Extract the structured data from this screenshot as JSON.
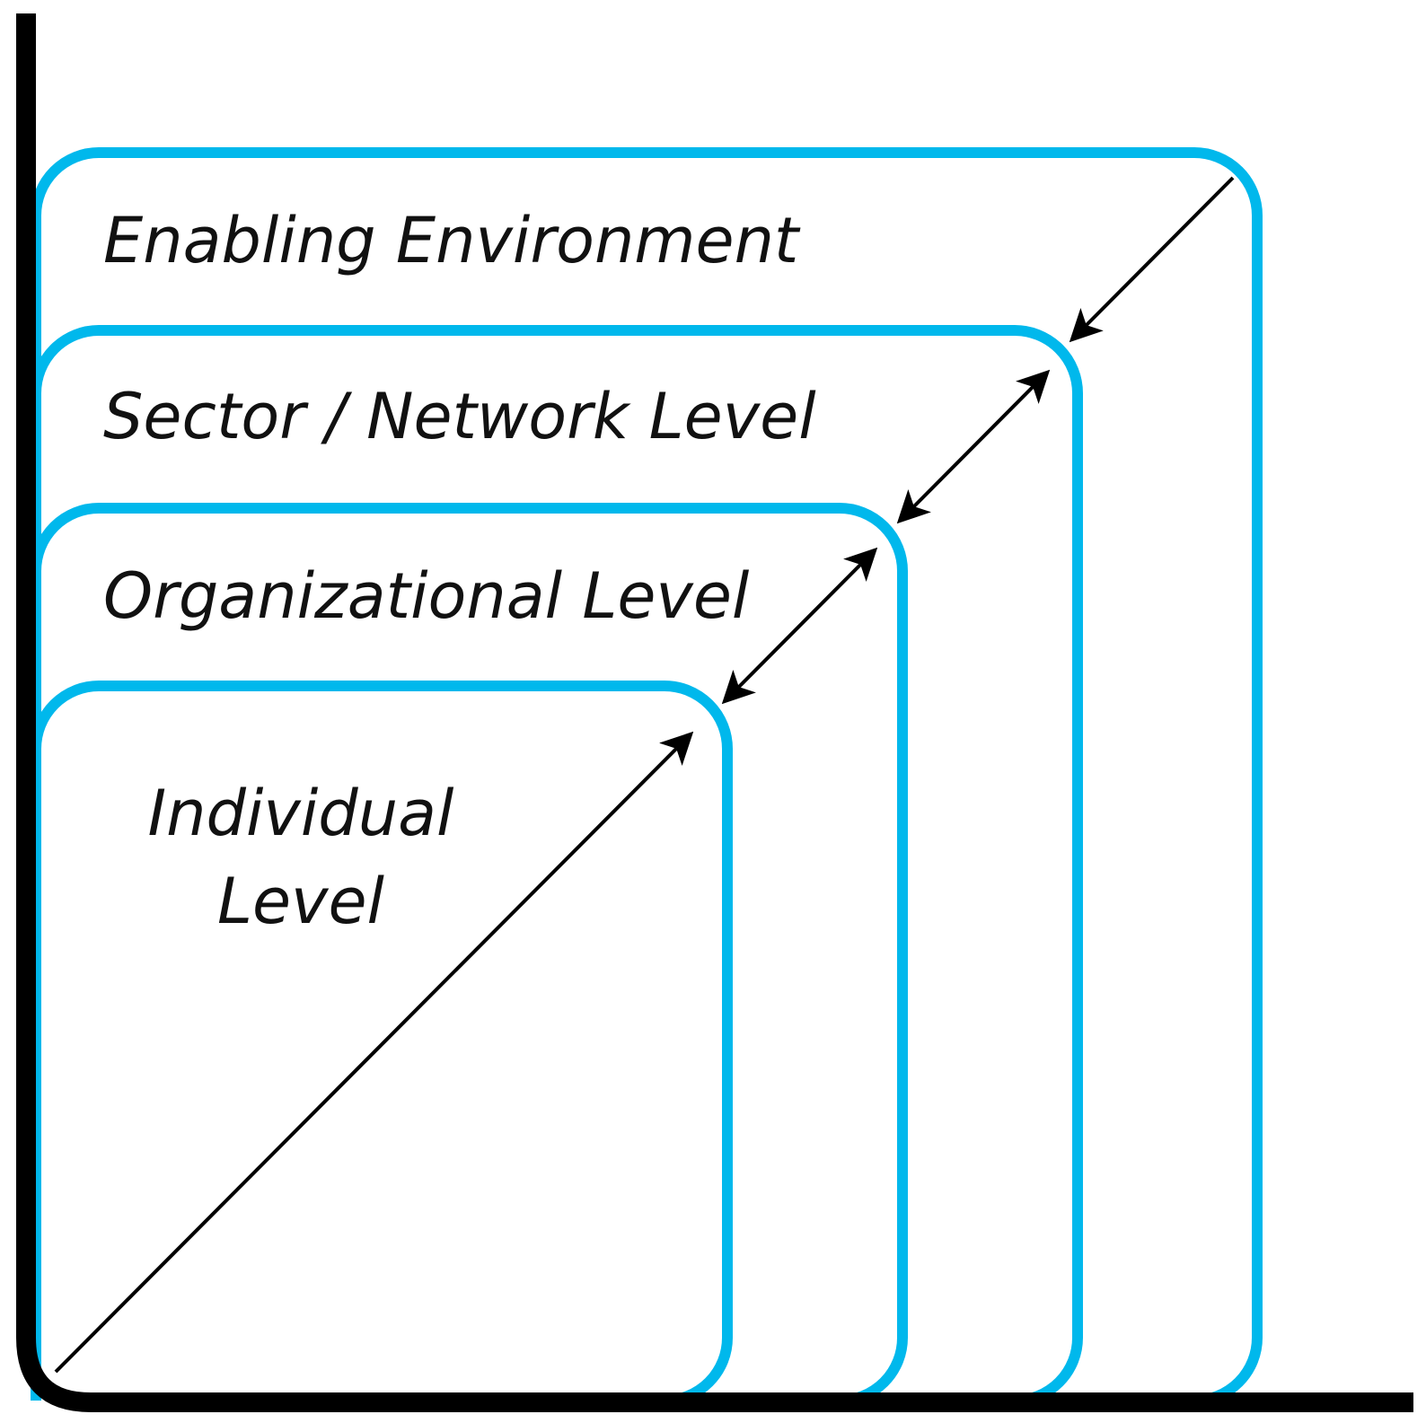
{
  "colors": {
    "box_stroke": "#00b8ec",
    "axes": "#000000",
    "arrows": "#000000",
    "text": "#111111"
  },
  "levels": [
    {
      "label_lines": [
        "Enabling Environment"
      ]
    },
    {
      "label_lines": [
        "Sector / Network Level"
      ]
    },
    {
      "label_lines": [
        "Organizational Level"
      ]
    },
    {
      "label_lines": [
        "Individual",
        "Level"
      ]
    }
  ],
  "arrows": [
    {
      "from": "origin",
      "to": "individual-level",
      "heads": "end"
    },
    {
      "from": "individual-level",
      "to": "organizational-level",
      "heads": "both"
    },
    {
      "from": "organizational-level",
      "to": "sector-network-level",
      "heads": "both"
    },
    {
      "from": "enabling-environment",
      "to": "sector-network-level",
      "heads": "end"
    }
  ]
}
